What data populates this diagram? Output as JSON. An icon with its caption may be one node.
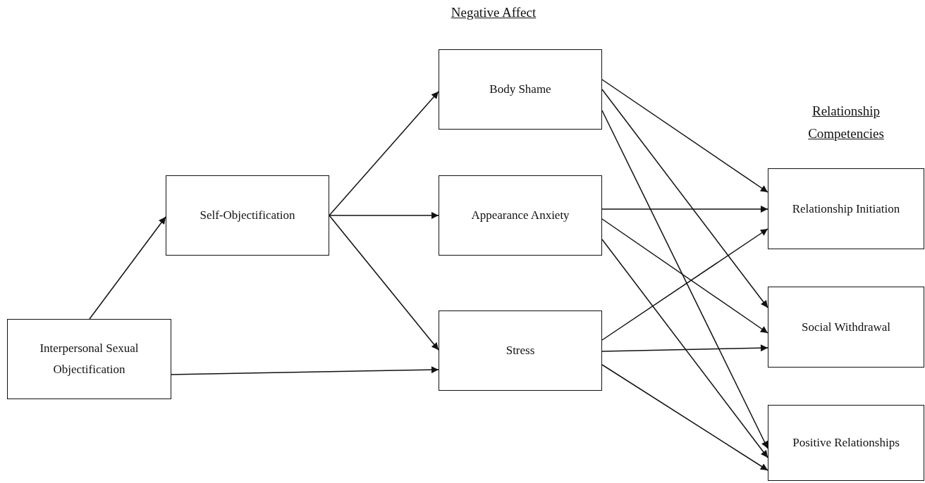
{
  "diagram": {
    "nodes": [
      {
        "text": [
          "Interpersonal Sexual Objectification"
        ]
      },
      {
        "text": [
          "Self-Objectification"
        ]
      },
      {
        "text": [
          "Body Shame"
        ]
      },
      {
        "text": [
          "Appearance Anxiety"
        ]
      },
      {
        "text": [
          "Stress"
        ]
      },
      {
        "text": [
          "Relationship Initiation"
        ]
      },
      {
        "text": [
          "Social Withdrawal"
        ]
      },
      {
        "text": [
          "Positive Relationships"
        ]
      }
    ],
    "edges": [
      {
        "from": 0,
        "to": 1,
        "arrow": "to"
      },
      {
        "from": 0,
        "to": 4,
        "arrow": "to"
      },
      {
        "from": 1,
        "to": 2,
        "arrow": "to"
      },
      {
        "from": 1,
        "to": 3,
        "arrow": "to"
      },
      {
        "from": 1,
        "to": 4,
        "arrow": "to"
      },
      {
        "from": 2,
        "to": 5,
        "arrow": "to"
      },
      {
        "from": 2,
        "to": 6,
        "arrow": "to"
      },
      {
        "from": 2,
        "to": 7,
        "arrow": "to"
      },
      {
        "from": 3,
        "to": 5,
        "arrow": "to"
      },
      {
        "from": 3,
        "to": 6,
        "arrow": "to"
      },
      {
        "from": 3,
        "to": 7,
        "arrow": "to"
      },
      {
        "from": 4,
        "to": 5,
        "arrow": "to"
      },
      {
        "from": 4,
        "to": 6,
        "arrow": "to"
      },
      {
        "from": 4,
        "to": 7,
        "arrow": "to"
      }
    ],
    "labels": [
      "Negative Affect",
      "Relationship Competencies"
    ]
  }
}
